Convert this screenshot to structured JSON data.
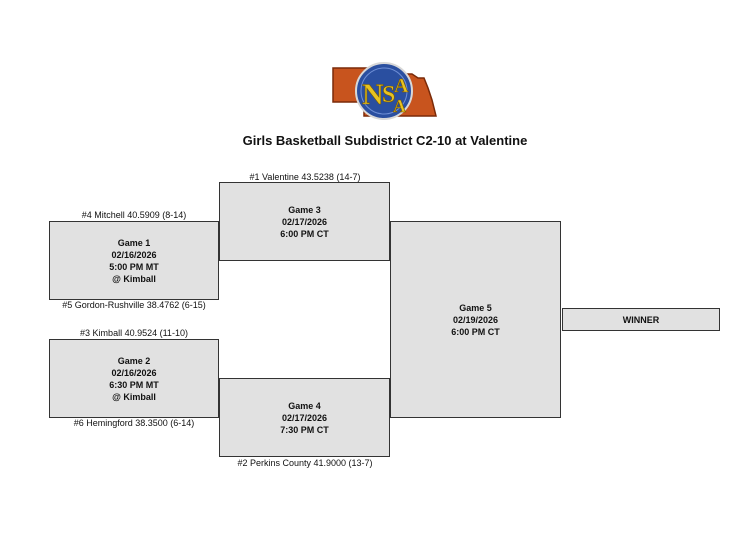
{
  "header": {
    "logo_text": "NSAA",
    "title": "Girls Basketball Subdistrict C2-10 at Valentine"
  },
  "colors": {
    "logo_state": "#c8541e",
    "logo_circle": "#2a4fa0",
    "logo_letters": "#e8c320",
    "box_fill": "#e1e1e1"
  },
  "teams": {
    "seed1": "#1 Valentine 43.5238 (14-7)",
    "seed4": "#4 Mitchell 40.5909 (8-14)",
    "seed5": "#5 Gordon-Rushville 38.4762 (6-15)",
    "seed3": "#3 Kimball 40.9524 (11-10)",
    "seed6": "#6 Hemingford 38.3500 (6-14)",
    "seed2": "#2 Perkins County 41.9000 (13-7)"
  },
  "games": {
    "game1": {
      "name": "Game 1",
      "date": "02/16/2026",
      "time": "5:00 PM MT",
      "site": "@ Kimball"
    },
    "game2": {
      "name": "Game 2",
      "date": "02/16/2026",
      "time": "6:30 PM MT",
      "site": "@ Kimball"
    },
    "game3": {
      "name": "Game 3",
      "date": "02/17/2026",
      "time": "6:00 PM CT"
    },
    "game4": {
      "name": "Game 4",
      "date": "02/17/2026",
      "time": "7:30 PM CT"
    },
    "game5": {
      "name": "Game 5",
      "date": "02/19/2026",
      "time": "6:00 PM CT"
    }
  },
  "winner_label": "WINNER"
}
